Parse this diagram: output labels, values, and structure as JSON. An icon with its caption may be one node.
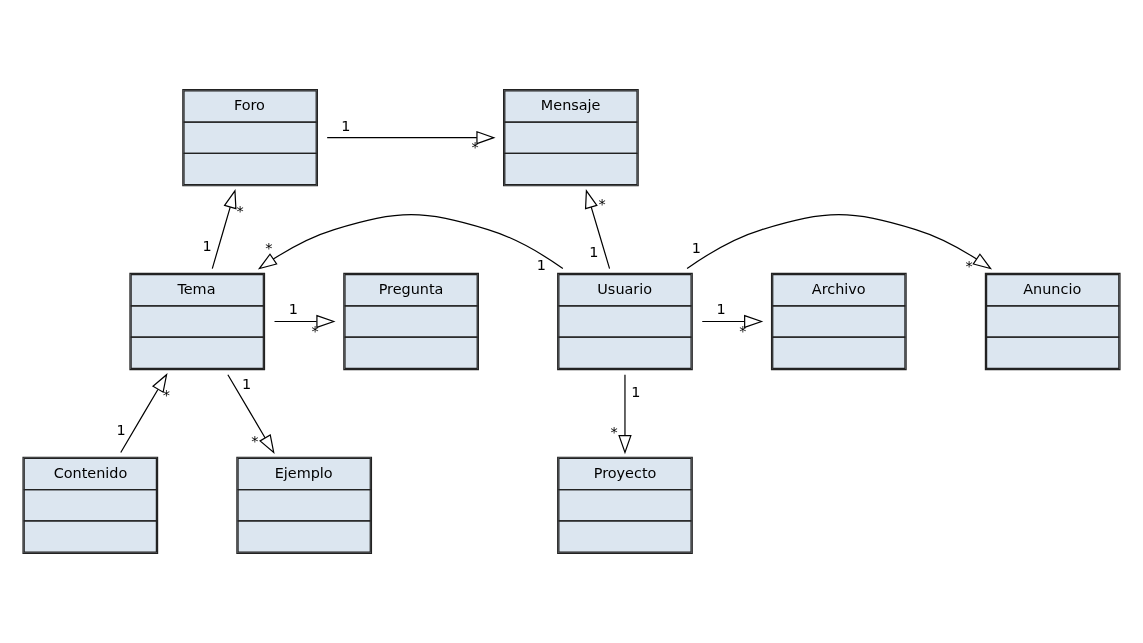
{
  "diagram": {
    "nodes": [
      {
        "text": [
          "Foro"
        ]
      },
      {
        "text": [
          "Mensaje"
        ]
      },
      {
        "text": [
          "Anuncio"
        ]
      },
      {
        "text": [
          "Pregunta"
        ]
      },
      {
        "text": [
          "Tema"
        ]
      },
      {
        "text": [
          "Usuario"
        ]
      },
      {
        "text": [
          "Archivo"
        ]
      },
      {
        "text": [
          "Contenido"
        ]
      },
      {
        "text": [
          "Ejemplo"
        ]
      },
      {
        "text": [
          "Proyecto"
        ]
      }
    ],
    "edges": [
      {
        "from": 0,
        "to": 1,
        "arrow": "to"
      },
      {
        "from": 4,
        "to": 0,
        "arrow": "to"
      },
      {
        "from": 5,
        "to": 1,
        "arrow": "to"
      },
      {
        "from": 4,
        "to": 3,
        "arrow": "to"
      },
      {
        "from": 5,
        "to": 4,
        "arrow": "to"
      },
      {
        "from": 5,
        "to": 2,
        "arrow": "to"
      },
      {
        "from": 5,
        "to": 6,
        "arrow": "to"
      },
      {
        "from": 7,
        "to": 4,
        "arrow": "to"
      },
      {
        "from": 4,
        "to": 8,
        "arrow": "to"
      },
      {
        "from": 5,
        "to": 9,
        "arrow": "to"
      }
    ],
    "labels": [
      "1",
      "*",
      "1",
      "*",
      "1",
      "*",
      "1",
      "*",
      "1",
      "*",
      "1",
      "*",
      "1",
      "*",
      "1",
      "*",
      "1",
      "*",
      "1",
      "*"
    ]
  }
}
